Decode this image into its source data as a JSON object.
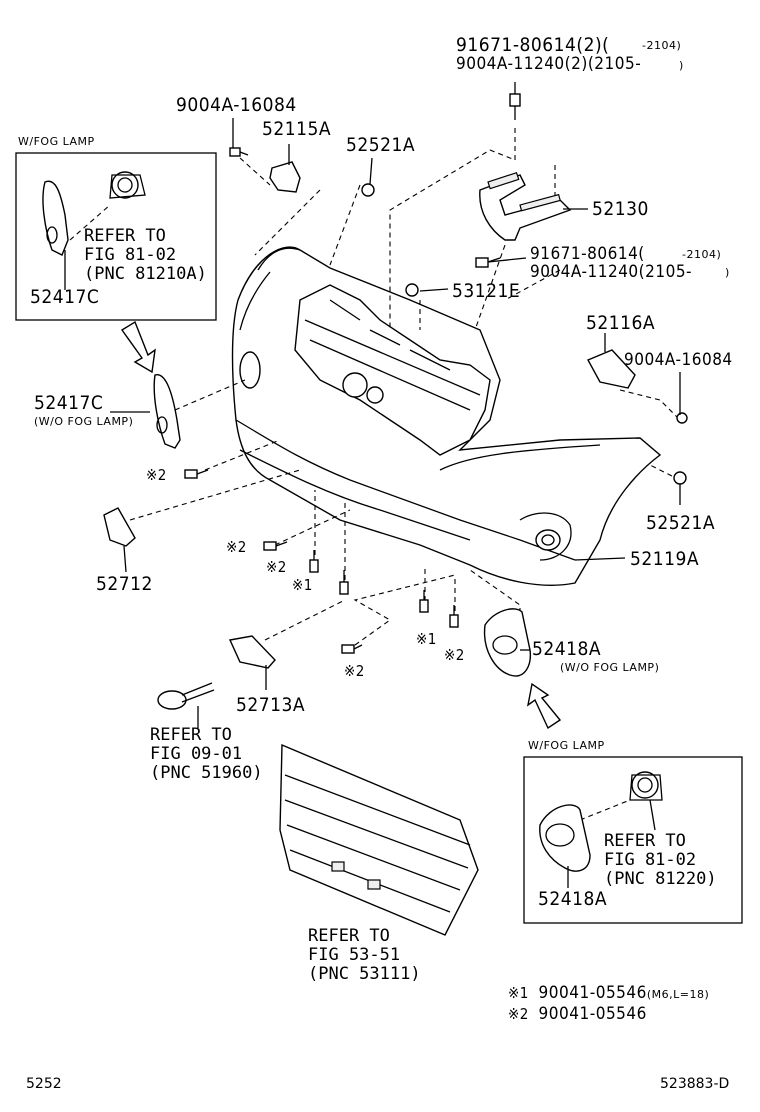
{
  "labels": {
    "p91671_top": "91671-80614(2)(",
    "p91671_top_range": "-2104)",
    "p9004_top": "9004A-11240(2)(2105-",
    "p9004_top_close": ")",
    "p9004_16084_a": "9004A-16084",
    "p52115a": "52115A",
    "p52521a_top": "52521A",
    "p52130": "52130",
    "p91671_mid": "91671-80614(",
    "p91671_mid_range": "-2104)",
    "p9004_mid": "9004A-11240(2105-",
    "p9004_mid_close": ")",
    "p53121e": "53121E",
    "p52116a": "52116A",
    "p9004_16084_b": "9004A-16084",
    "p52417c_box": "52417C",
    "p52417c": "52417C",
    "p52417c_sub": "(W/O FOG LAMP)",
    "mark2_a": "※2",
    "p52712": "52712",
    "mark2_b": "※2",
    "mark2_c": "※2",
    "mark1_a": "※1",
    "p52521a_right": "52521A",
    "p52119a": "52119A",
    "mark1_b": "※1",
    "mark2_d": "※2",
    "mark2_e": "※2",
    "p52713a": "52713A",
    "p52418a": "52418A",
    "p52418a_sub": "(W/O FOG LAMP)",
    "p52418a_box": "52418A"
  },
  "boxes": {
    "left_title": "W/FOG LAMP",
    "right_title": "W/FOG LAMP"
  },
  "refs": {
    "left_box": "REFER TO\nFIG 81-02\n(PNC 81210A)",
    "right_box": "REFER TO\nFIG 81-02\n(PNC 81220)",
    "tow_hook": "REFER TO\nFIG 09-01\n(PNC 51960)",
    "grille": "REFER TO\nFIG 53-51\n(PNC 53111)"
  },
  "legend": {
    "item1_mark": "※1",
    "item1_part": "90041-05546",
    "item1_spec": "(M6,L=18)",
    "item2_mark": "※2",
    "item2_part": "90041-05546"
  },
  "footer": {
    "left": "5252",
    "right": "523883-D"
  }
}
